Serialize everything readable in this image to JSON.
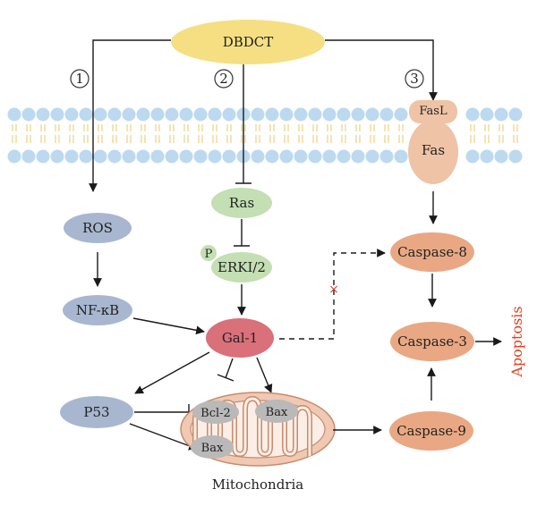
{
  "colors": {
    "dbdct_fill": "#f5df82",
    "membrane_bead": "#bcd9ef",
    "membrane_tail": "#e8c86a",
    "fas_fill": "#efc3a6",
    "ros_fill": "#a8b7cf",
    "ras_fill": "#c3dfb3",
    "gal1_fill": "#d9707a",
    "caspase_fill": "#e9a883",
    "mito_outer": "#efc9b3",
    "mito_stroke": "#c98a6b",
    "bcl_fill": "#b9b9b9",
    "apoptosis_text": "#e03f22"
  },
  "labels": {
    "dbdct": "DBDCT",
    "path1": "①",
    "path2": "②",
    "path3": "③",
    "fasl": "FasL",
    "fas": "Fas",
    "ros": "ROS",
    "nfkb": "NF-κB",
    "ras": "Ras",
    "p": "P",
    "erk": "ERKI/2",
    "gal1": "Gal-1",
    "caspase8": "Caspase-8",
    "caspase3": "Caspase-3",
    "caspase9": "Caspase-9",
    "apoptosis": "Apoptosis",
    "p53": "P53",
    "bcl2": "Bcl-2",
    "bax_top": "Bax",
    "bax_bottom": "Bax",
    "mitochondria": "Mitochondria",
    "cross": "×"
  }
}
